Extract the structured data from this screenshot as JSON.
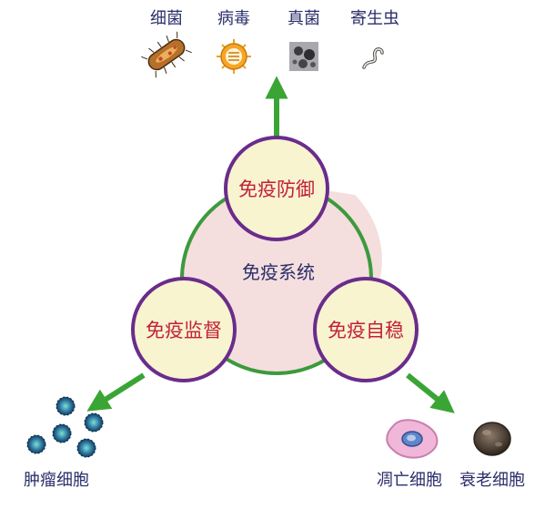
{
  "center": {
    "label": "免疫系统"
  },
  "functions": {
    "defense": "免疫防御",
    "surveillance": "免疫监督",
    "homeostasis": "免疫自稳"
  },
  "pathogens": {
    "bacteria": "细菌",
    "virus": "病毒",
    "fungus": "真菌",
    "parasite": "寄生虫"
  },
  "tumor": {
    "label": "肿瘤细胞"
  },
  "cells": {
    "apoptotic": "凋亡细胞",
    "senescent": "衰老细胞"
  },
  "colors": {
    "node_border": "#6a2c8c",
    "node_fill": "#f8f4cf",
    "node_text": "#c2203a",
    "core_fill": "#f5dede",
    "core_stroke": "#3c9a3c",
    "arrow": "#3aa535",
    "label_text": "#2b2f6b"
  }
}
